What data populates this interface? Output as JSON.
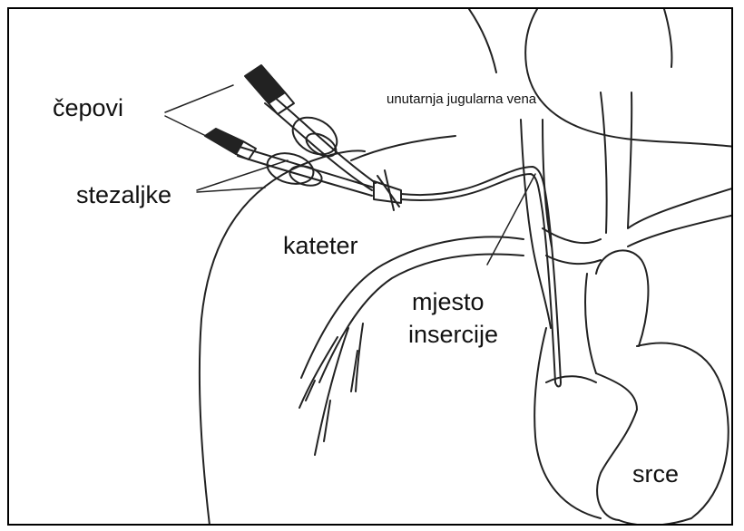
{
  "diagram": {
    "labels": {
      "caps": "čepovi",
      "clamps": "stezaljke",
      "catheter": "kateter",
      "vein": "unutarnja jugularna vena",
      "insertion_line1": "mjesto",
      "insertion_line2": "insercije",
      "heart": "srce"
    }
  }
}
